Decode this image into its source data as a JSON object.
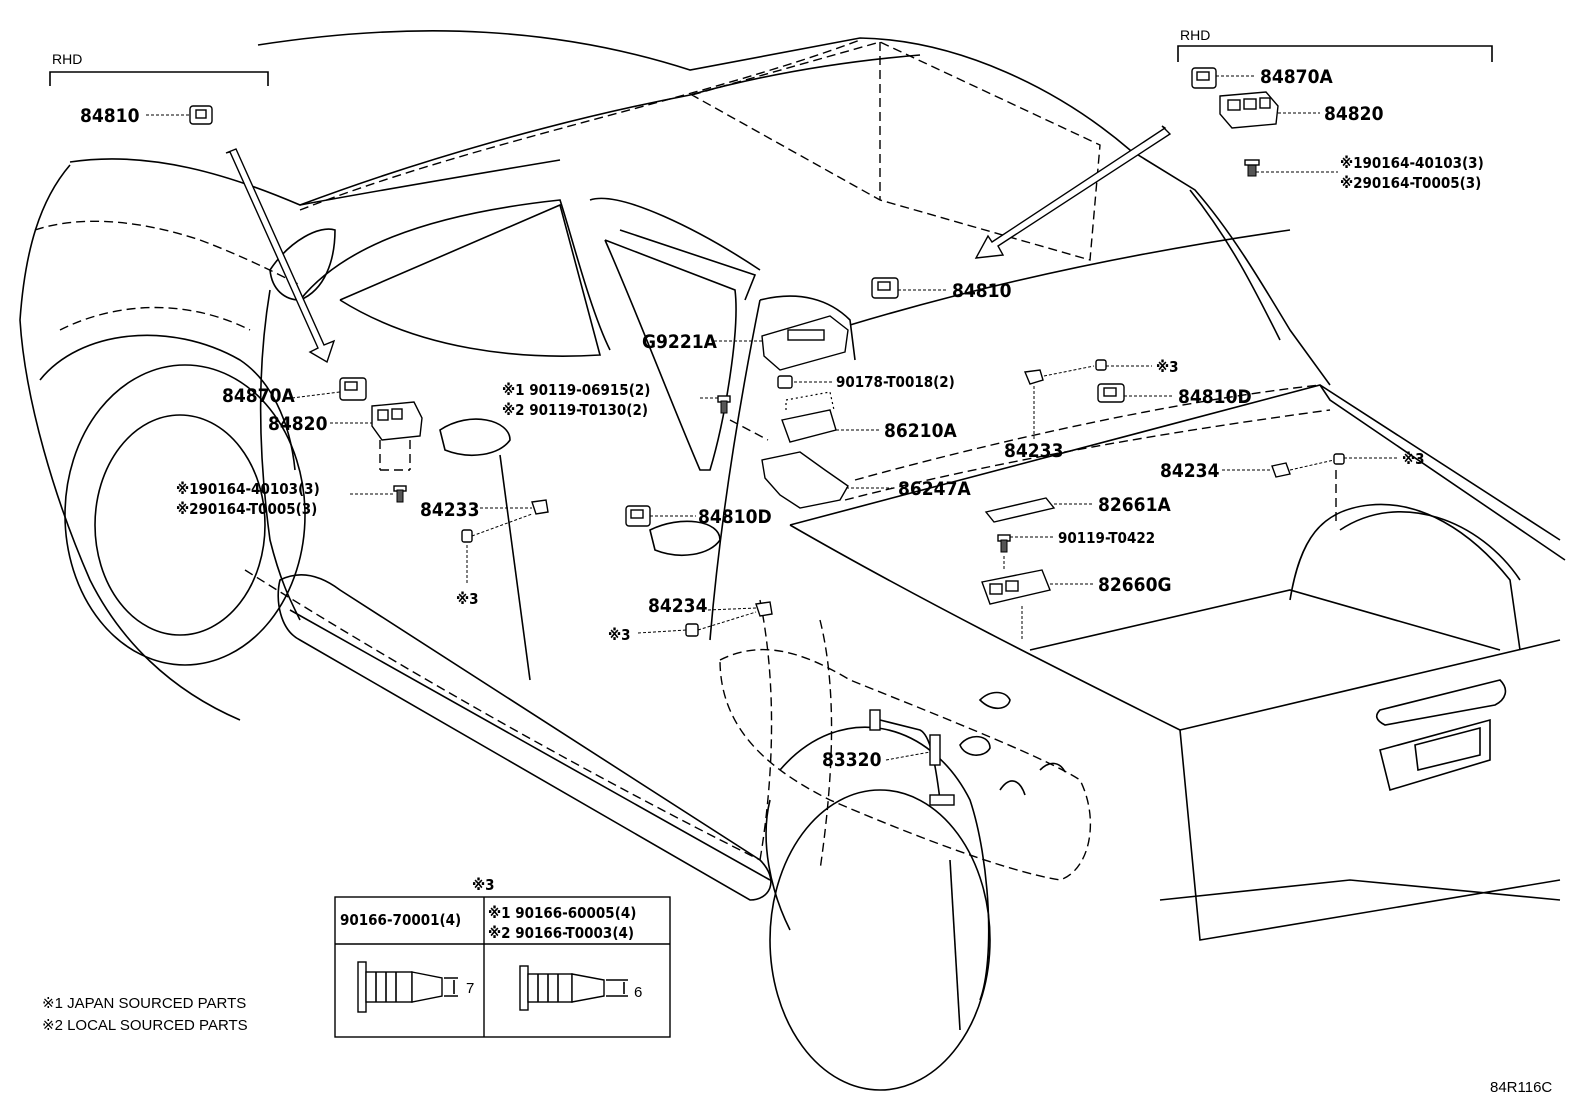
{
  "labels": {
    "rhd_left": "RHD",
    "rhd_right": "RHD",
    "p84810_left": "84810",
    "p84810_mid": "84810",
    "p84870A_right": "84870A",
    "p84820_right": "84820",
    "bolt_right_1": "※190164-40103(3)",
    "bolt_right_2": "※290164-T0005(3)",
    "pG9221A": "G9221A",
    "p90178": "90178-T0018(2)",
    "p86210A": "86210A",
    "p86247A": "86247A",
    "p84233_right": "84233",
    "p84810D_right": "84810D",
    "mark3_a": "※3",
    "mark3_b": "※3",
    "mark3_c": "※3",
    "mark3_d": "※3",
    "p84234_right": "84234",
    "p82661A": "82661A",
    "p90119_T0422": "90119-T0422",
    "p82660G": "82660G",
    "p84870A_left": "84870A",
    "p84820_left": "84820",
    "bolt_left_1": "※190164-40103(3)",
    "bolt_left_2": "※290164-T0005(3)",
    "p84233_left": "84233",
    "clip_1": "※1 90119-06915(2)",
    "clip_2": "※2 90119-T0130(2)",
    "p84810D_left": "84810D",
    "p84234_left": "84234",
    "p83320": "83320",
    "figure_code": "84R116C"
  },
  "legend_table": {
    "header": "※3",
    "col1_part": "90166-70001(4)",
    "col2_part_1": "※1 90166-60005(4)",
    "col2_part_2": "※2 90166-T0003(4)",
    "dim_1": "7",
    "dim_2": "6"
  },
  "notes": {
    "note_1": "※1 JAPAN SOURCED PARTS",
    "note_2": "※2 LOCAL SOURCED PARTS"
  }
}
